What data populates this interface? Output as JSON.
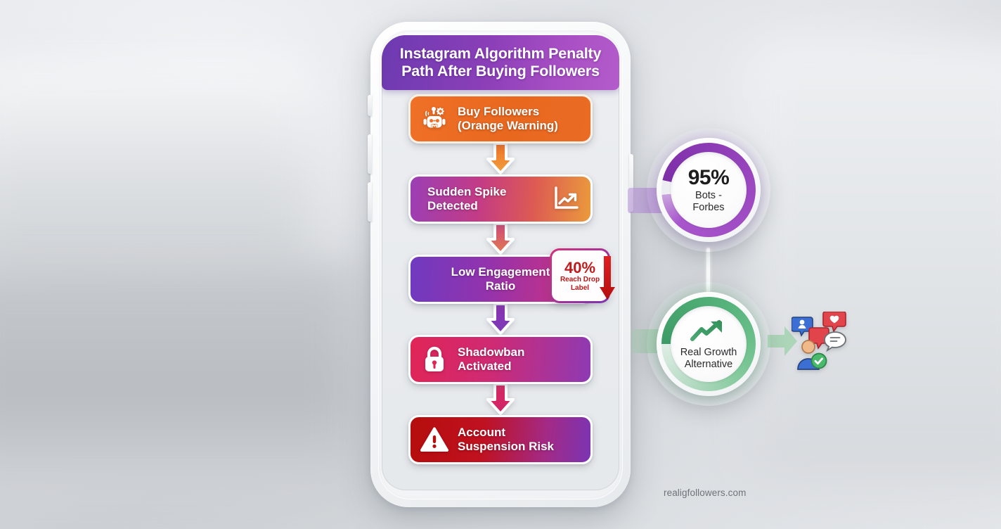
{
  "background": {
    "description": "blurred grey laptop desk scene"
  },
  "phone": {
    "header": {
      "title": "Instagram Algorithm Penalty\nPath After Buying Followers"
    },
    "side_buttons": [
      "silent-switch",
      "volume-up",
      "volume-down",
      "power"
    ],
    "flow_nodes": [
      {
        "id": "buy-followers",
        "label": "Buy Followers\n(Orange Warning)",
        "icon": "robot-icon",
        "color": "#ef7027"
      },
      {
        "id": "sudden-spike",
        "label": "Sudden Spike\nDetected",
        "icon": "trend-up-chart-icon",
        "color": "#c33b86"
      },
      {
        "id": "low-engagement",
        "label": "Low Engagement\nRatio",
        "icon": "none",
        "color": "#9333ad"
      },
      {
        "id": "shadowban",
        "label": "Shadowban\nActivated",
        "icon": "lock-icon",
        "color": "#e02557"
      },
      {
        "id": "suspension-risk",
        "label": "Account\nSuspension Risk",
        "icon": "warning-triangle-icon",
        "color": "#b50d0d"
      }
    ],
    "reach_drop_badge": {
      "value": "40%",
      "caption": "Reach Drop\nLabel",
      "arrow": "down-arrow-red",
      "text_color": "#c21a1a"
    }
  },
  "side_panel": {
    "bots_stat": {
      "value": "95%",
      "caption": "Bots -\nForbes",
      "ring_percent": 95,
      "ring_color": "#9b48c0"
    },
    "growth_stat": {
      "caption": "Real Growth\nAlternative",
      "icon": "trend-up-arrow-icon",
      "ring_color": "#57b47c"
    },
    "engagement_icons": [
      "follower-badge-icon",
      "heart-bubble-icon",
      "comment-bubble-icon",
      "chat-bubble-icon",
      "verified-user-icon"
    ]
  },
  "watermark": {
    "text": "realigfollowers.com"
  },
  "chart_data": {
    "type": "pie",
    "title": "Bots share of bought followers",
    "categories": [
      "Bots",
      "Real"
    ],
    "values": [
      95,
      5
    ],
    "labels": [
      "95% Bots - Forbes",
      ""
    ],
    "source": "Forbes"
  }
}
